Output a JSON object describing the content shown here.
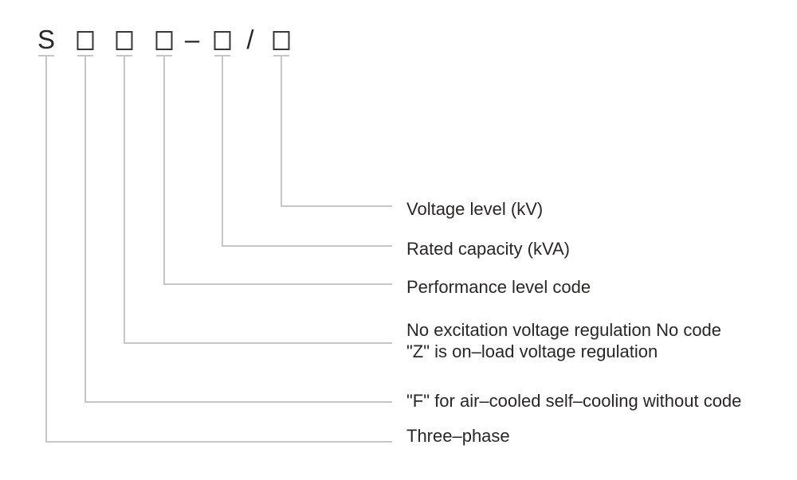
{
  "code": {
    "prefix": "S",
    "dash": "–",
    "slash": "/",
    "placeholder_box_count": 5
  },
  "annotations": {
    "voltage_level": "Voltage level (kV)",
    "rated_capacity": "Rated capacity (kVA)",
    "performance_level": "Performance level code",
    "regulation_line1": "No excitation voltage regulation No code",
    "regulation_line2": "\"Z\" is on–load voltage regulation",
    "cooling": "\"F\" for air–cooled self–cooling without code",
    "phase": "Three–phase"
  },
  "colors": {
    "background": "#ffffff",
    "line": "#c6c6c6",
    "text": "#2b2626",
    "box_border": "#3a3536"
  }
}
